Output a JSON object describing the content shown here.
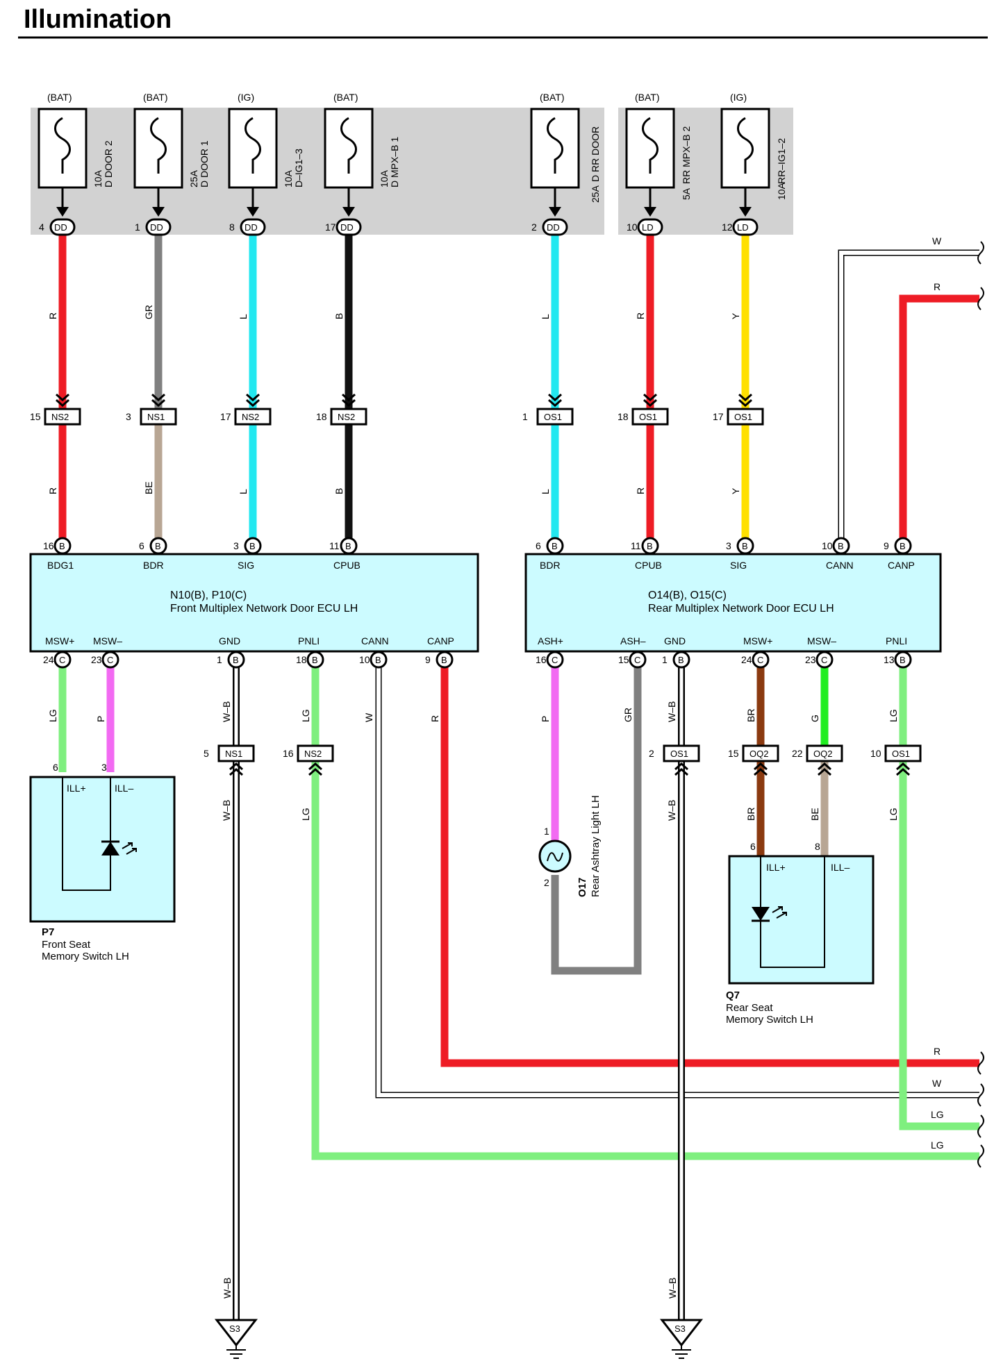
{
  "title": "Illumination",
  "fuses": [
    {
      "supply": "(BAT)",
      "rating": "10A",
      "name": "D DOOR 2",
      "pin": "4",
      "conn": "DD",
      "wire": "R"
    },
    {
      "supply": "(BAT)",
      "rating": "25A",
      "name": "D DOOR 1",
      "pin": "1",
      "conn": "DD",
      "wire": "GR"
    },
    {
      "supply": "(IG)",
      "rating": "10A",
      "name": "D–IG1–3",
      "pin": "8",
      "conn": "DD",
      "wire": "L"
    },
    {
      "supply": "(BAT)",
      "rating": "10A",
      "name": "D MPX–B 1",
      "pin": "17",
      "conn": "DD",
      "wire": "B"
    },
    {
      "supply": "(BAT)",
      "rating": "25A",
      "name": "D RR DOOR",
      "pin": "2",
      "conn": "DD",
      "wire": "L"
    },
    {
      "supply": "(BAT)",
      "rating": "5A",
      "name": "RR MPX–B 2",
      "pin": "10",
      "conn": "LD",
      "wire": "R"
    },
    {
      "supply": "(IG)",
      "rating": "10A",
      "name": "RR–IG1–2",
      "pin": "12",
      "conn": "LD",
      "wire": "Y"
    }
  ],
  "splices_top": [
    {
      "pin": "15",
      "conn": "NS2",
      "wire": "R"
    },
    {
      "pin": "3",
      "conn": "NS1",
      "wire": "BE"
    },
    {
      "pin": "17",
      "conn": "NS2",
      "wire": "L"
    },
    {
      "pin": "18",
      "conn": "NS2",
      "wire": "B"
    },
    {
      "pin": "1",
      "conn": "OS1",
      "wire": "L"
    },
    {
      "pin": "18",
      "conn": "OS1",
      "wire": "R"
    },
    {
      "pin": "17",
      "conn": "OS1",
      "wire": "Y"
    }
  ],
  "ecu_front": {
    "id": "N10(B), P10(C)",
    "name": "Front Multiplex Network Door ECU LH",
    "top_pins": [
      {
        "num": "16",
        "conn": "B",
        "label": "BDG1"
      },
      {
        "num": "6",
        "conn": "B",
        "label": "BDR"
      },
      {
        "num": "3",
        "conn": "B",
        "label": "SIG"
      },
      {
        "num": "11",
        "conn": "B",
        "label": "CPUB"
      }
    ],
    "bottom_pins": [
      {
        "num": "24",
        "conn": "C",
        "label": "MSW+",
        "wire": "LG"
      },
      {
        "num": "23",
        "conn": "C",
        "label": "MSW–",
        "wire": "P"
      },
      {
        "num": "1",
        "conn": "B",
        "label": "GND",
        "wire": "W–B"
      },
      {
        "num": "18",
        "conn": "B",
        "label": "PNLI",
        "wire": "LG"
      },
      {
        "num": "10",
        "conn": "B",
        "label": "CANN",
        "wire": "W"
      },
      {
        "num": "9",
        "conn": "B",
        "label": "CANP",
        "wire": "R"
      }
    ]
  },
  "ecu_rear": {
    "id": "O14(B), O15(C)",
    "name": "Rear Multiplex Network Door ECU LH",
    "top_pins": [
      {
        "num": "6",
        "conn": "B",
        "label": "BDR"
      },
      {
        "num": "11",
        "conn": "B",
        "label": "CPUB"
      },
      {
        "num": "3",
        "conn": "B",
        "label": "SIG"
      },
      {
        "num": "10",
        "conn": "B",
        "label": "CANN",
        "wire": "W"
      },
      {
        "num": "9",
        "conn": "B",
        "label": "CANP",
        "wire": "R"
      }
    ],
    "bottom_pins": [
      {
        "num": "16",
        "conn": "C",
        "label": "ASH+",
        "wire": "P"
      },
      {
        "num": "15",
        "conn": "C",
        "label": "ASH–",
        "wire": "GR"
      },
      {
        "num": "1",
        "conn": "B",
        "label": "GND",
        "wire": "W–B"
      },
      {
        "num": "24",
        "conn": "C",
        "label": "MSW+",
        "wire": "BR"
      },
      {
        "num": "23",
        "conn": "C",
        "label": "MSW–",
        "wire": "G"
      },
      {
        "num": "13",
        "conn": "B",
        "label": "PNLI",
        "wire": "LG"
      }
    ]
  },
  "splices_bottom": [
    {
      "pin": "5",
      "conn": "NS1",
      "wire": "W–B"
    },
    {
      "pin": "16",
      "conn": "NS2",
      "wire": "LG"
    },
    {
      "pin": "2",
      "conn": "OS1",
      "wire": "W–B"
    },
    {
      "pin": "15",
      "conn": "OQ2",
      "wire": "BR"
    },
    {
      "pin": "22",
      "conn": "OQ2",
      "wire": "BE"
    },
    {
      "pin": "10",
      "conn": "OS1",
      "wire": "LG"
    }
  ],
  "comp_p7": {
    "id": "P7",
    "line1": "Front Seat",
    "line2": "Memory Switch LH",
    "pin_a": "6",
    "pin_b": "3",
    "label_a": "ILL+",
    "label_b": "ILL–"
  },
  "comp_q7": {
    "id": "Q7",
    "line1": "Rear Seat",
    "line2": "Memory Switch LH",
    "pin_a": "6",
    "pin_b": "8",
    "label_a": "ILL+",
    "label_b": "ILL–"
  },
  "comp_o17": {
    "id": "O17",
    "name": "Rear Ashtray Light LH",
    "pin_a": "1",
    "pin_b": "2"
  },
  "ground": {
    "label": "S3",
    "wire": "W–B"
  },
  "edge_wires": [
    {
      "label": "W"
    },
    {
      "label": "R"
    },
    {
      "label": "R"
    },
    {
      "label": "W"
    },
    {
      "label": "LG"
    },
    {
      "label": "LG"
    }
  ],
  "colors": {
    "R": "#ee1c25",
    "GR": "#808080",
    "L": "#22e8f0",
    "B": "#111111",
    "Y": "#ffe000",
    "BE": "#b8a694",
    "LG": "#7fef7f",
    "P": "#f26af2",
    "BR": "#8b3a10",
    "G": "#22ee22",
    "W": "#ffffff",
    "ecu_fill": "#ccfbff",
    "fuse_band": "#d2d2d2"
  }
}
